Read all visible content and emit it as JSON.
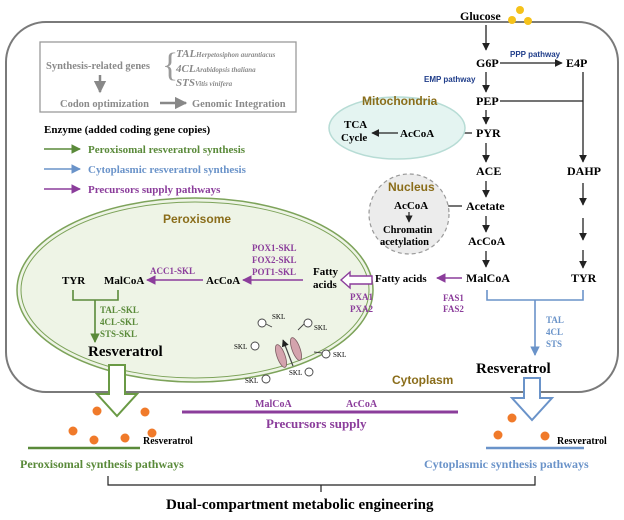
{
  "pathway": {
    "glucose": "Glucose",
    "g6p": "G6P",
    "e4p": "E4P",
    "ppp": "PPP pathway",
    "emp": "EMP pathway",
    "pep": "PEP",
    "pyr": "PYR",
    "ace": "ACE",
    "acetate": "Acetate",
    "acoa": "AcCoA",
    "malcoa": "MalCoA",
    "dahp": "DAHP",
    "tyr": "TYR",
    "fatty": "Fatty acids",
    "fas1": "FAS1",
    "fas2": "FAS2",
    "pxa1": "PXA1",
    "pxa2": "PXA2"
  },
  "mitochondria": {
    "title": "Mitochondria",
    "tca_line1": "TCA",
    "tca_line2": "Cycle",
    "acoa": "AcCoA"
  },
  "nucleus": {
    "title": "Nucleus",
    "acoa": "AcCoA",
    "line1": "Chromatin",
    "line2": "acetylation"
  },
  "synthesis_box": {
    "label": "Synthesis-related genes",
    "tal": "TAL",
    "tal_species": "Herpetosiphon aurantiacus",
    "cl4": "4CL",
    "cl4_species": "Arabidopsis thaliana",
    "sts": "STS",
    "sts_species": "Vitis vinifera",
    "codon": "Codon optimization",
    "genomic": "Genomic Integration"
  },
  "legend": {
    "title": "Enzyme (added coding gene copies)",
    "items": [
      {
        "label": "Peroxisomal resveratrol synthesis",
        "color": "#5a8a3a"
      },
      {
        "label": "Cytoplasmic resveratrol synthesis",
        "color": "#6a93c9"
      },
      {
        "label": "Precursors supply pathways",
        "color": "#8b3d9b"
      }
    ]
  },
  "peroxisome": {
    "title": "Peroxisome",
    "tyr": "TYR",
    "malcoa": "MalCoA",
    "acc1": "ACC1-SKL",
    "acoa": "AcCoA",
    "pox1": "POX1-SKL",
    "fox2": "FOX2-SKL",
    "pot1": "POT1-SKL",
    "fatty_line1": "Fatty",
    "fatty_line2": "acids",
    "tal": "TAL-SKL",
    "cl4": "4CL-SKL",
    "sts": "STS-SKL",
    "resveratrol": "Resveratrol",
    "skl": "SKL"
  },
  "cytoplasm": {
    "title": "Cytoplasm",
    "tal": "TAL",
    "cl4": "4CL",
    "sts": "STS",
    "resveratrol": "Resveratrol"
  },
  "bottom": {
    "left_resveratrol": "Resveratrol",
    "right_resveratrol": "Resveratrol",
    "malcoa": "MalCoA",
    "acoa": "AcCoA",
    "precursors": "Precursors supply",
    "peroxisomal_pathways": "Peroxisomal synthesis pathways",
    "cytoplasmic_pathways": "Cytoplasmic synthesis pathways",
    "title": "Dual-compartment metabolic engineering"
  },
  "colors": {
    "green": "#5a8a3a",
    "blue": "#6a93c9",
    "purple": "#8b3d9b",
    "gold": "#8a6d1a",
    "orange": "#f07a2a",
    "glucose_dot": "#f5c21a",
    "cell_border": "#7a7a7a",
    "peroxisome_fill": "#eef4e6",
    "mito_fill": "#e4f4f1",
    "nucleus_fill": "#ececec"
  }
}
